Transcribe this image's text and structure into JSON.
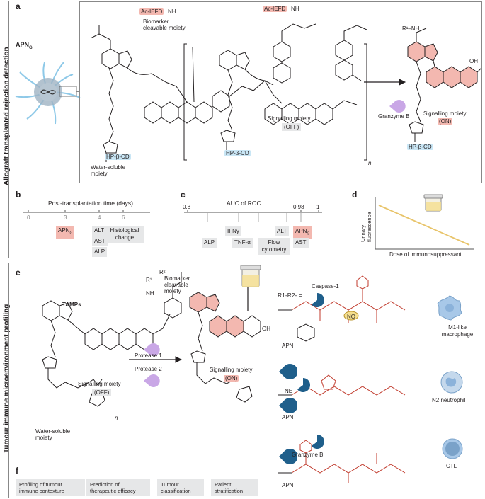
{
  "sides": {
    "top": "Allograft transplanted rejection detection",
    "bottom": "Tumour immune microenvironment profiling"
  },
  "panel_letters": {
    "a": "a",
    "b": "b",
    "c": "c",
    "d": "d",
    "e": "e",
    "f": "f"
  },
  "panel_a": {
    "apn_label": "APN",
    "apn_sub": "G",
    "ac_iefd_1": "Ac-IEFD",
    "ac_iefd_2": "Ac-IEFD",
    "nh_1": "NH",
    "nh_2": "NH",
    "biomarker": "Biomarker cleavable moiety",
    "signalling_off": "Signalling moiety",
    "off": "(OFF)",
    "water": "Water-soluble moiety",
    "hp_cd_1": "HP-β-CD",
    "hp_cd_2": "HP-β-CD",
    "hp_cd_3": "HP-β-CD",
    "n_sub": "n",
    "granzyme": "Granzyme B",
    "signalling_on": "Signalling moiety",
    "on": "(ON)",
    "oh": "OH",
    "r1nh": "R¹–NH"
  },
  "panel_b": {
    "title": "Post-transplantation time (days)",
    "ticks": [
      "0",
      "3",
      "4",
      "6"
    ],
    "apn": "APN",
    "apn_sub": "G",
    "alt": "ALT",
    "ast": "AST",
    "alp": "ALP",
    "histo": "Histological change"
  },
  "panel_c": {
    "title": "AUC of ROC",
    "ticks": [
      "0.8",
      "0.98",
      "1"
    ],
    "alp": "ALP",
    "ifn": "IFNγ",
    "tnf": "TNF-α",
    "alt": "ALT",
    "flow": "Flow cytometry",
    "apn": "APN",
    "apn_sub": "G",
    "ast": "AST"
  },
  "panel_d": {
    "ylabel": "Urinary fluorescence",
    "xlabel": "Dose of immunosuppressant"
  },
  "panel_e": {
    "tamps": "TAMPs",
    "r2": "R²",
    "r1": "R¹",
    "nh": "NH",
    "biomarker": "Biomarker cleavable moiety",
    "signalling_off": "Signalling moiety",
    "off": "(OFF)",
    "protease1": "Protease 1",
    "protease2": "Protease 2",
    "signalling_on": "Signalling moiety",
    "on": "(ON)",
    "oh": "OH",
    "water": "Water-soluble moiety",
    "n_sub": "n",
    "r1r2": "R1-R2- =",
    "caspase": "Caspase-1",
    "apn1": "APN",
    "apn2": "APN",
    "apn3": "APN",
    "ne": "NE",
    "no": "NO",
    "granzyme": "Granzyme B",
    "m1": "M1-like macrophage",
    "n2": "N2 neutrophil",
    "ctl": "CTL"
  },
  "panel_f": {
    "items": [
      "Profiling of tumour immune contexture",
      "Prediction of therapeutic efficacy",
      "Tumour classification",
      "Patient stratification"
    ]
  },
  "colors": {
    "red": "#c0392b",
    "pink_fill": "#f3b8b0",
    "blue_tag": "#c9e6f5",
    "grey_tag": "#e6e7e8",
    "dark_blue": "#1f5f8b",
    "purple": "#c9a7e6",
    "yellow": "#e8c46a"
  }
}
